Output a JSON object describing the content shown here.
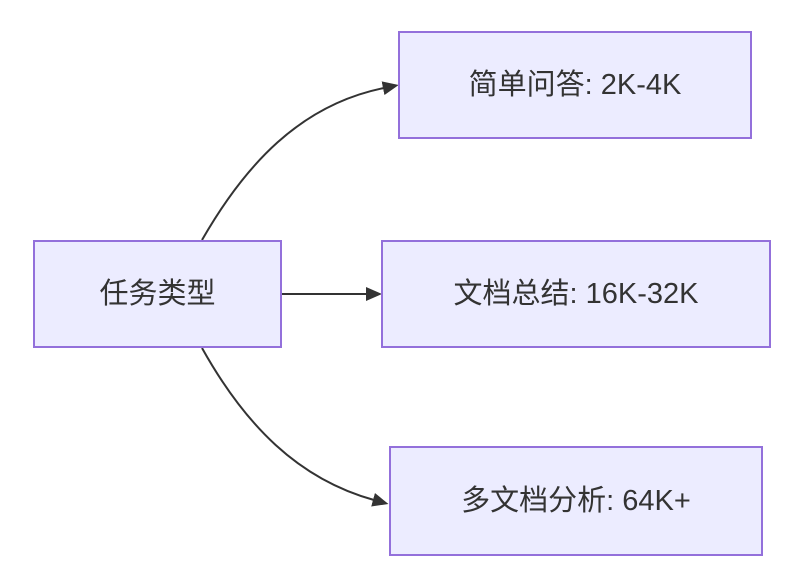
{
  "diagram": {
    "type": "flowchart",
    "direction": "LR",
    "background": "#FFFFFF",
    "root": {
      "id": "task-type",
      "label": "任务类型"
    },
    "children": [
      {
        "id": "simple-qa",
        "label": "简单问答: 2K-4K"
      },
      {
        "id": "doc-summary",
        "label": "文档总结: 16K-32K"
      },
      {
        "id": "multi-doc-analysis",
        "label": "多文档分析: 64K+"
      }
    ],
    "edges": [
      {
        "from": "task-type",
        "to": "simple-qa"
      },
      {
        "from": "task-type",
        "to": "doc-summary"
      },
      {
        "from": "task-type",
        "to": "multi-doc-analysis"
      }
    ],
    "colors": {
      "node_fill": "#ECECFF",
      "node_border": "#9370DB",
      "edge_stroke": "#333333",
      "text": "#333333"
    }
  }
}
